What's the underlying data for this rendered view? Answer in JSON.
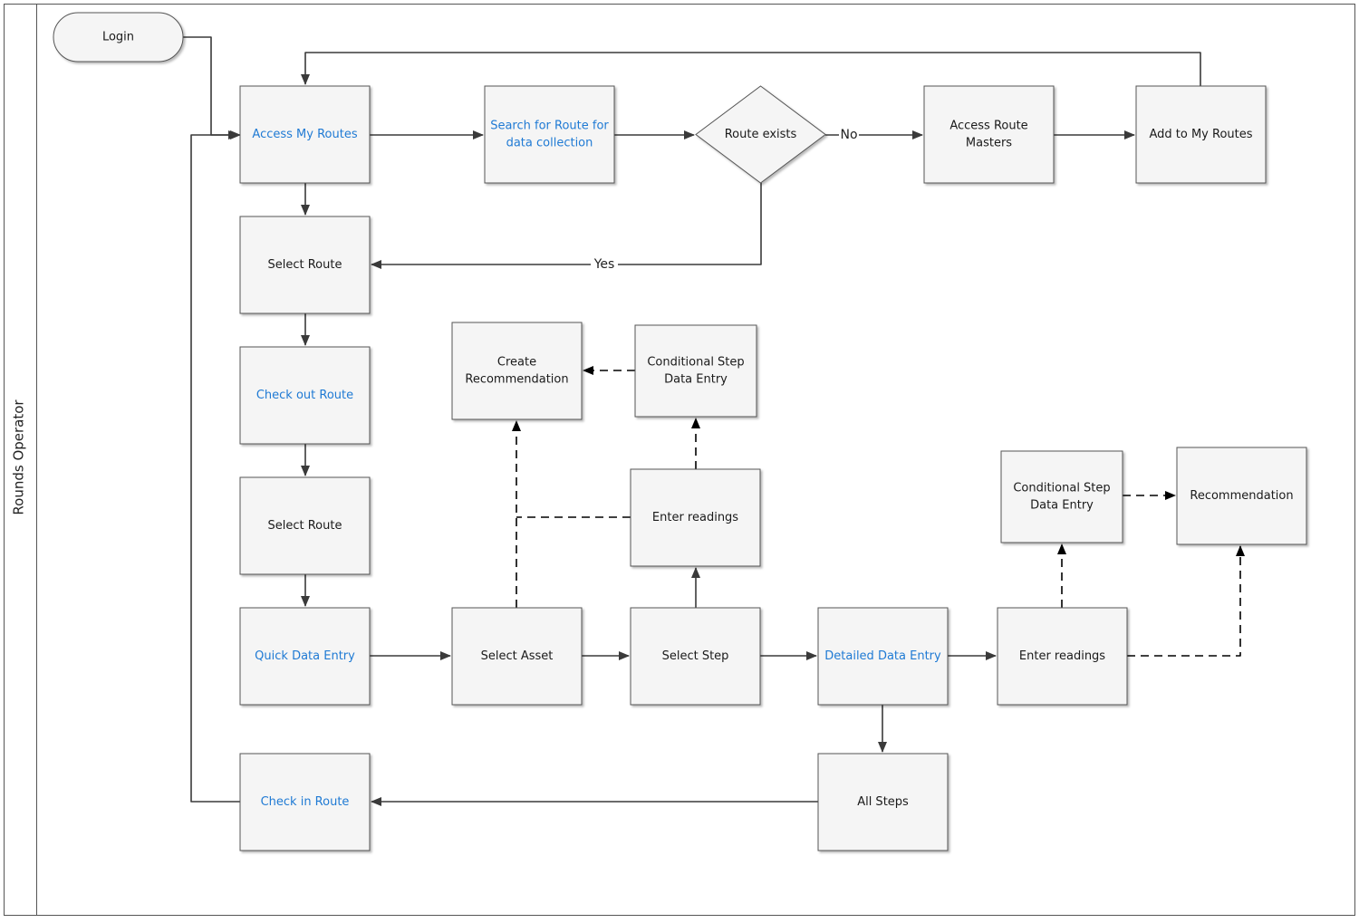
{
  "lane": {
    "label": "Rounds Operator"
  },
  "colors": {
    "link": "#1f7ad4",
    "text": "#1a1a1a",
    "stroke": "#555555",
    "fill": "#f5f5f5"
  },
  "nodes": [
    {
      "id": "login",
      "lines": [
        "Login"
      ],
      "shape": "terminal"
    },
    {
      "id": "access-my-routes",
      "lines": [
        "Access My Routes"
      ],
      "link": true
    },
    {
      "id": "search-route",
      "lines": [
        "Search for Route for",
        "data collection"
      ],
      "link": true
    },
    {
      "id": "route-exists",
      "lines": [
        "Route exists"
      ],
      "shape": "decision"
    },
    {
      "id": "access-route-masters",
      "lines": [
        "Access Route",
        "Masters"
      ]
    },
    {
      "id": "add-to-my-routes",
      "lines": [
        "Add to My Routes"
      ]
    },
    {
      "id": "select-route-1",
      "lines": [
        "Select Route"
      ]
    },
    {
      "id": "check-out-route",
      "lines": [
        "Check out Route"
      ],
      "link": true
    },
    {
      "id": "select-route-2",
      "lines": [
        "Select Route"
      ]
    },
    {
      "id": "quick-data-entry",
      "lines": [
        "Quick Data Entry"
      ],
      "link": true
    },
    {
      "id": "create-recommendation",
      "lines": [
        "Create",
        "Recommendation"
      ]
    },
    {
      "id": "conditional-step-1",
      "lines": [
        "Conditional Step",
        "Data Entry"
      ]
    },
    {
      "id": "enter-readings-1",
      "lines": [
        "Enter readings"
      ]
    },
    {
      "id": "select-asset",
      "lines": [
        "Select Asset"
      ]
    },
    {
      "id": "select-step",
      "lines": [
        "Select Step"
      ]
    },
    {
      "id": "detailed-data-entry",
      "lines": [
        "Detailed Data Entry"
      ],
      "link": true
    },
    {
      "id": "enter-readings-2",
      "lines": [
        "Enter readings"
      ]
    },
    {
      "id": "conditional-step-2",
      "lines": [
        "Conditional Step",
        "Data Entry"
      ]
    },
    {
      "id": "recommendation",
      "lines": [
        "Recommendation"
      ]
    },
    {
      "id": "all-steps",
      "lines": [
        "All Steps"
      ]
    },
    {
      "id": "check-in-route",
      "lines": [
        "Check in Route"
      ],
      "link": true
    }
  ],
  "edge_labels": {
    "no": "No",
    "yes": "Yes"
  }
}
